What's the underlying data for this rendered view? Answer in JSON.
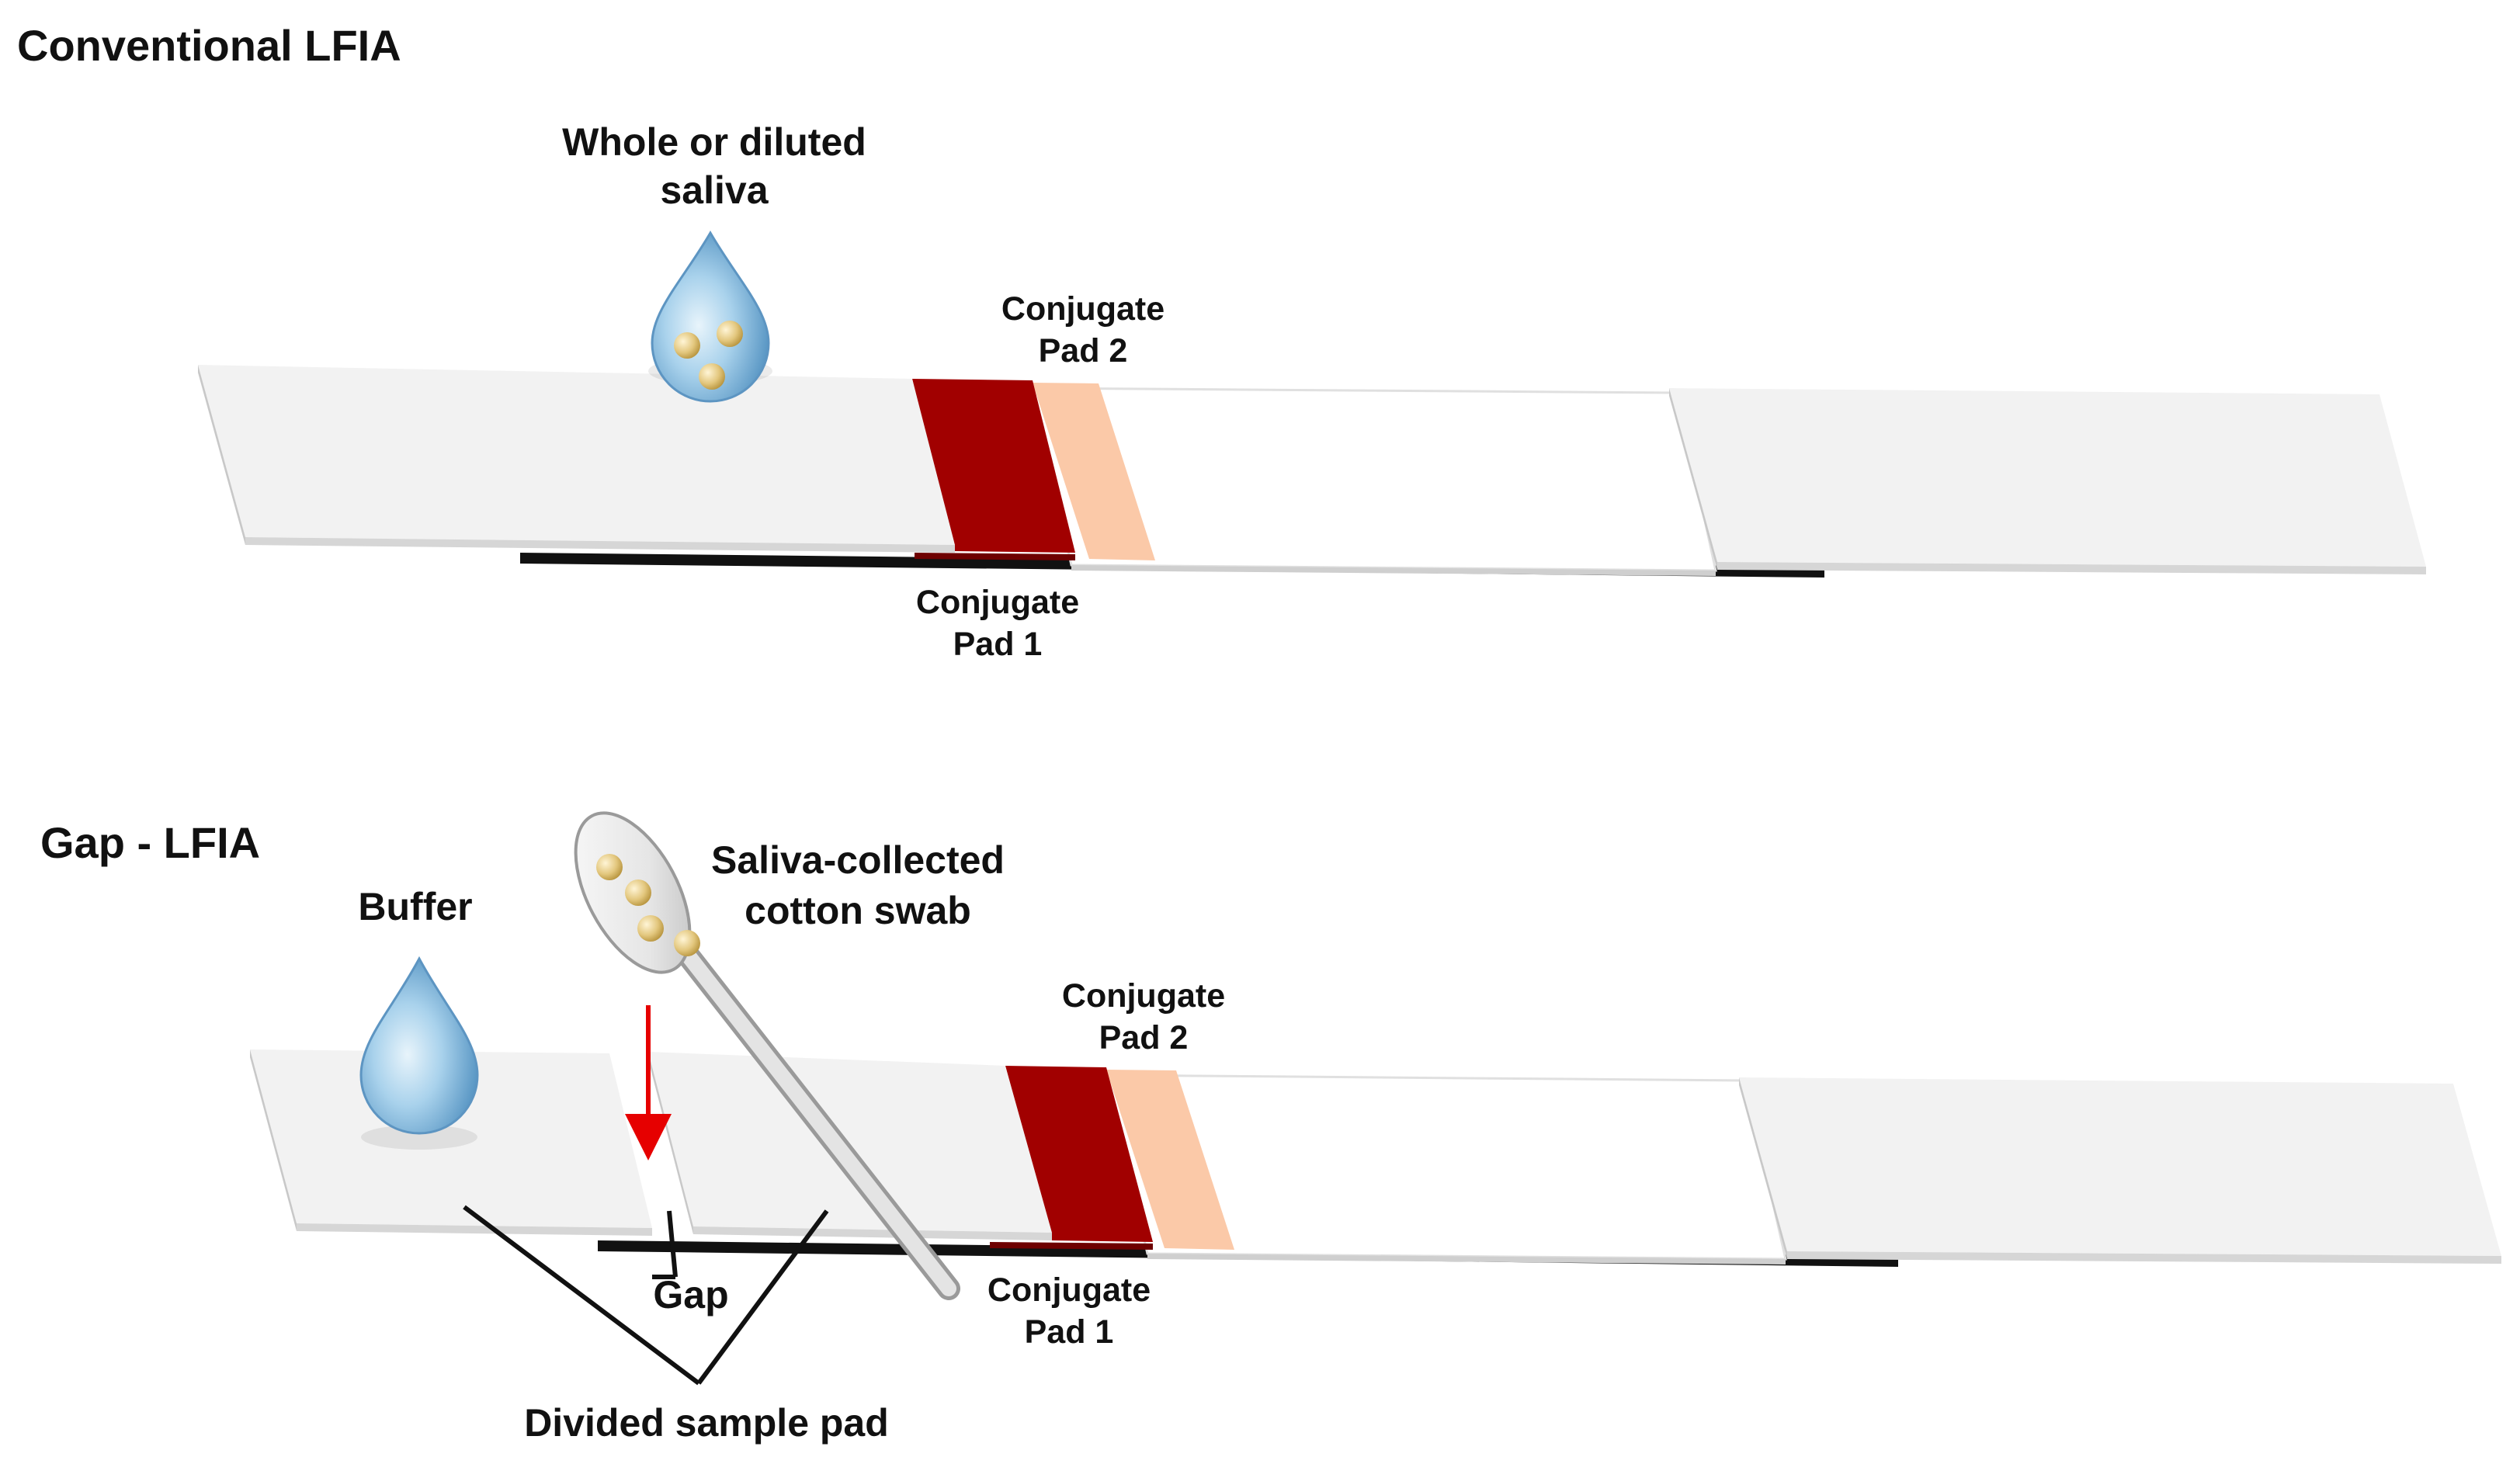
{
  "colors": {
    "conjugate_pad_1": "#a10000",
    "conjugate_pad_2": "#fbc9a8",
    "pad_surface": "#f2f2f2",
    "membrane": "#ffffff",
    "backing": "#111111",
    "droplet": "#7fb6dd",
    "gold_particle": "#e3c77e",
    "flow_arrow": "#e60000"
  },
  "conventional": {
    "title": "Conventional LFIA",
    "sample_label": [
      "Whole or diluted",
      "saliva"
    ],
    "conjugate_pad_2": [
      "Conjugate",
      "Pad 2"
    ],
    "conjugate_pad_1": [
      "Conjugate",
      "Pad 1"
    ]
  },
  "gap": {
    "title": "Gap - LFIA",
    "buffer_label": "Buffer",
    "swab_label": [
      "Saliva-collected",
      "cotton swab"
    ],
    "conjugate_pad_2": [
      "Conjugate",
      "Pad 2"
    ],
    "conjugate_pad_1": [
      "Conjugate",
      "Pad 1"
    ],
    "gap_label": "Gap",
    "divided_label": "Divided sample pad"
  }
}
